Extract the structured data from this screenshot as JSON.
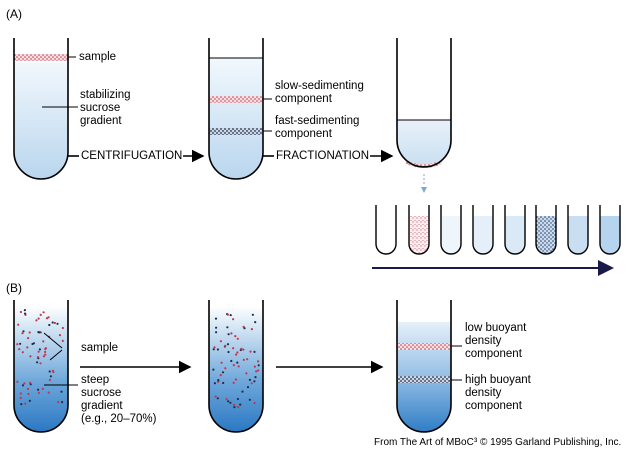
{
  "panels": {
    "a": "(A)",
    "b": "(B)"
  },
  "panel_a": {
    "sample": "sample",
    "gradient": [
      "stabilizing",
      "sucrose",
      "gradient"
    ],
    "step1": "CENTRIFUGATION",
    "step2": "FRACTIONATION",
    "slow": [
      "slow-sedimenting",
      "component"
    ],
    "fast": [
      "fast-sedimenting",
      "component"
    ]
  },
  "panel_b": {
    "sample": "sample",
    "gradient": [
      "steep",
      "sucrose",
      "gradient",
      "(e.g., 20–70%)"
    ],
    "low": [
      "low buoyant",
      "density",
      "component"
    ],
    "high": [
      "high buoyant",
      "density",
      "component"
    ]
  },
  "credit": "From The Art of MBoC³ © 1995 Garland Publishing, Inc.",
  "colors": {
    "gradient_light": "#eaf3fb",
    "gradient_mid": "#c4ddf1",
    "gradient_dark": "#2f7ec6",
    "slow_band": "#c2384a",
    "fast_band": "#1d2e52",
    "arrow": "#1a1a4a"
  }
}
